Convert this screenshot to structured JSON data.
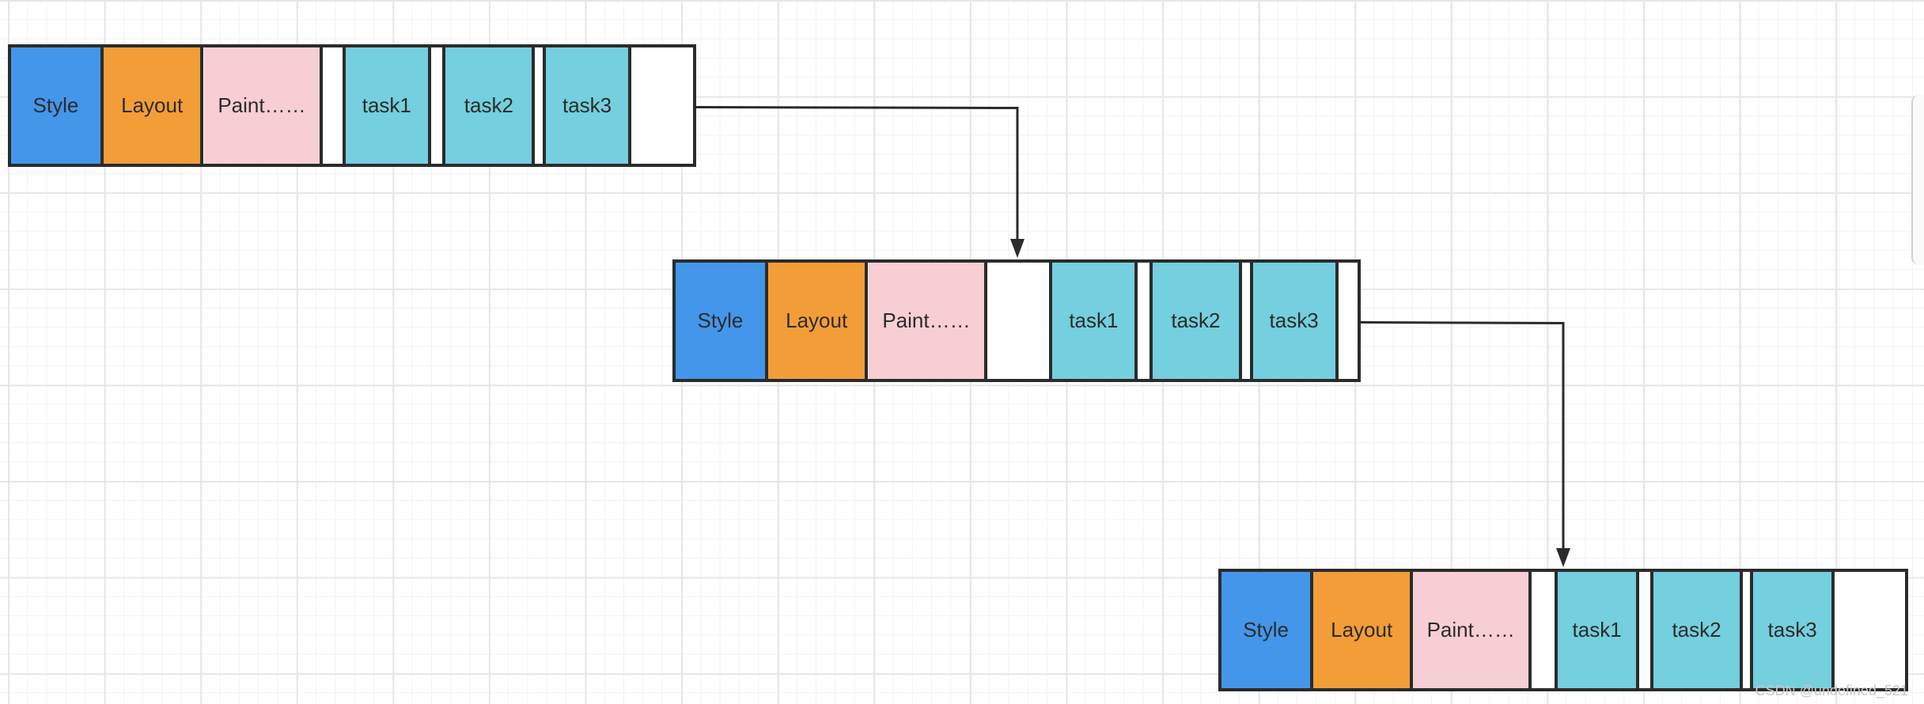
{
  "diagram": {
    "frames": [
      {
        "id": "frame-1",
        "segments": [
          {
            "label": "Style",
            "kind": "style",
            "color": "#4496ea"
          },
          {
            "label": "Layout",
            "kind": "layout",
            "color": "#f39d38"
          },
          {
            "label": "Paint……",
            "kind": "paint",
            "color": "#f7ced4"
          },
          {
            "label": "",
            "kind": "idle",
            "color": "#ffffff"
          },
          {
            "label": "task1",
            "kind": "task",
            "color": "#74cfde"
          },
          {
            "label": "",
            "kind": "idle",
            "color": "#ffffff"
          },
          {
            "label": "task2",
            "kind": "task",
            "color": "#74cfde"
          },
          {
            "label": "",
            "kind": "idle",
            "color": "#ffffff"
          },
          {
            "label": "task3",
            "kind": "task",
            "color": "#74cfde"
          },
          {
            "label": "",
            "kind": "idle",
            "color": "#ffffff"
          }
        ]
      },
      {
        "id": "frame-2",
        "segments": [
          {
            "label": "Style",
            "kind": "style",
            "color": "#4496ea"
          },
          {
            "label": "Layout",
            "kind": "layout",
            "color": "#f39d38"
          },
          {
            "label": "Paint……",
            "kind": "paint",
            "color": "#f7ced4"
          },
          {
            "label": "",
            "kind": "idle",
            "color": "#ffffff"
          },
          {
            "label": "task1",
            "kind": "task",
            "color": "#74cfde"
          },
          {
            "label": "",
            "kind": "idle",
            "color": "#ffffff"
          },
          {
            "label": "task2",
            "kind": "task",
            "color": "#74cfde"
          },
          {
            "label": "",
            "kind": "idle",
            "color": "#ffffff"
          },
          {
            "label": "task3",
            "kind": "task",
            "color": "#74cfde"
          },
          {
            "label": "",
            "kind": "idle",
            "color": "#ffffff"
          }
        ]
      },
      {
        "id": "frame-3",
        "segments": [
          {
            "label": "Style",
            "kind": "style",
            "color": "#4496ea"
          },
          {
            "label": "Layout",
            "kind": "layout",
            "color": "#f39d38"
          },
          {
            "label": "Paint……",
            "kind": "paint",
            "color": "#f7ced4"
          },
          {
            "label": "",
            "kind": "idle",
            "color": "#ffffff"
          },
          {
            "label": "task1",
            "kind": "task",
            "color": "#74cfde"
          },
          {
            "label": "",
            "kind": "idle",
            "color": "#ffffff"
          },
          {
            "label": "task2",
            "kind": "task",
            "color": "#74cfde"
          },
          {
            "label": "",
            "kind": "idle",
            "color": "#ffffff"
          },
          {
            "label": "task3",
            "kind": "task",
            "color": "#74cfde"
          },
          {
            "label": "",
            "kind": "idle",
            "color": "#ffffff"
          }
        ]
      }
    ],
    "connectors": [
      {
        "from": "frame-1",
        "to": "frame-2"
      },
      {
        "from": "frame-2",
        "to": "frame-3"
      }
    ],
    "line_color": "#2b2b2b"
  },
  "watermark": "CSDN @undefined_521"
}
